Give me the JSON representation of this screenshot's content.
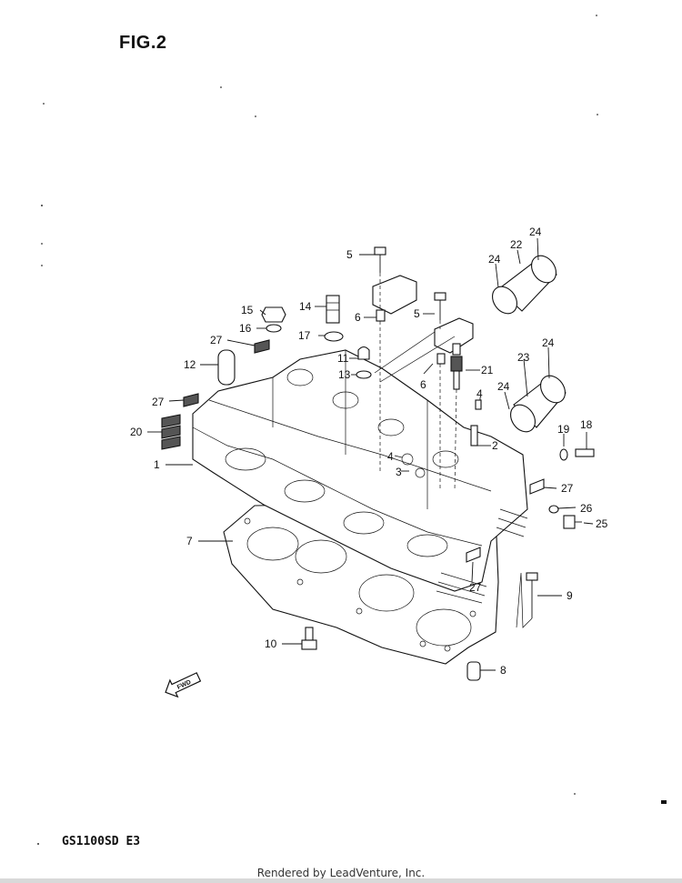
{
  "title": "FIG.2",
  "model": "GS1100SD  E3",
  "footer": "Rendered by LeadVenture, Inc.",
  "fwd_label": "FWD",
  "callouts": [
    {
      "id": "c1",
      "text": "1"
    },
    {
      "id": "c2",
      "text": "2"
    },
    {
      "id": "c3",
      "text": "3"
    },
    {
      "id": "c4a",
      "text": "4"
    },
    {
      "id": "c4b",
      "text": "4"
    },
    {
      "id": "c5a",
      "text": "5"
    },
    {
      "id": "c5b",
      "text": "5"
    },
    {
      "id": "c6a",
      "text": "6"
    },
    {
      "id": "c6b",
      "text": "6"
    },
    {
      "id": "c7",
      "text": "7"
    },
    {
      "id": "c8",
      "text": "8"
    },
    {
      "id": "c9",
      "text": "9"
    },
    {
      "id": "c10",
      "text": "10"
    },
    {
      "id": "c11",
      "text": "11"
    },
    {
      "id": "c12",
      "text": "12"
    },
    {
      "id": "c13",
      "text": "13"
    },
    {
      "id": "c14",
      "text": "14"
    },
    {
      "id": "c15",
      "text": "15"
    },
    {
      "id": "c16",
      "text": "16"
    },
    {
      "id": "c17",
      "text": "17"
    },
    {
      "id": "c18",
      "text": "18"
    },
    {
      "id": "c19",
      "text": "19"
    },
    {
      "id": "c20",
      "text": "20"
    },
    {
      "id": "c21",
      "text": "21"
    },
    {
      "id": "c22",
      "text": "22"
    },
    {
      "id": "c23",
      "text": "23"
    },
    {
      "id": "c24a",
      "text": "24"
    },
    {
      "id": "c24b",
      "text": "24"
    },
    {
      "id": "c24c",
      "text": "24"
    },
    {
      "id": "c24d",
      "text": "24"
    },
    {
      "id": "c25",
      "text": "25"
    },
    {
      "id": "c26",
      "text": "26"
    },
    {
      "id": "c27a",
      "text": "27"
    },
    {
      "id": "c27b",
      "text": "27"
    },
    {
      "id": "c27c",
      "text": "27"
    },
    {
      "id": "c27d",
      "text": "27"
    }
  ]
}
